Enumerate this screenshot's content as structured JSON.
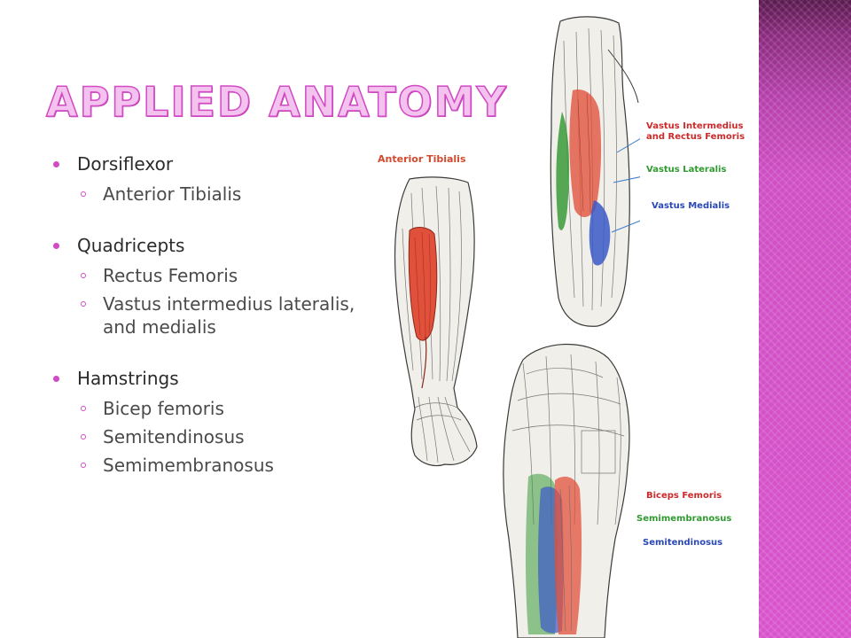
{
  "slide": {
    "title": "Applied Anatomy",
    "sections": [
      {
        "heading": "Dorsiflexor",
        "items": [
          "Anterior Tibialis"
        ]
      },
      {
        "heading": "Quadricepts",
        "items": [
          "Rectus Femoris",
          "Vastus intermedius lateralis, and medialis"
        ]
      },
      {
        "heading": "Hamstrings",
        "items": [
          "Bicep femoris",
          "Semitendinosus",
          "Semimembranosus"
        ]
      }
    ]
  },
  "figures": {
    "leg": {
      "caption": "Anterior Tibialis"
    },
    "thigh": {
      "labels": {
        "vastus_intermedius_rectus": "Vastus Intermedius and Rectus Femoris",
        "vastus_lateralis": "Vastus Lateralis",
        "vastus_medialis": "Vastus Medialis"
      }
    },
    "hamstring": {
      "labels": {
        "biceps_femoris": "Biceps Femoris",
        "semimembranosus": "Semimembranosus",
        "semitendinosus": "Semitendinosus"
      }
    }
  },
  "colors": {
    "accent": "#d24ac4",
    "title_fill": "#f4c2ee",
    "muscle_red": "#e0503a",
    "muscle_green": "#3a9a3a",
    "muscle_blue": "#3a58c8"
  }
}
